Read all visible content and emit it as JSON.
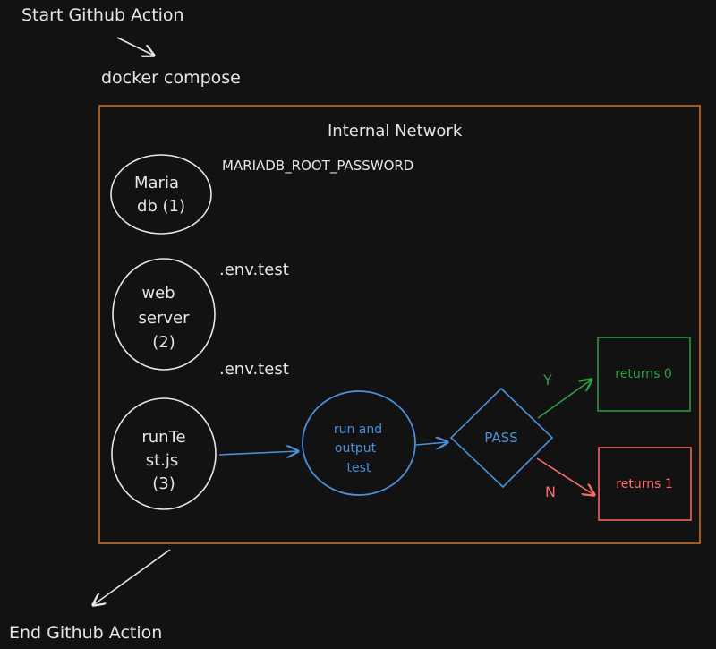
{
  "labels": {
    "start": "Start Github Action",
    "compose": "docker compose",
    "network": "Internal Network",
    "end": "End Github Action"
  },
  "services": {
    "mariadb": {
      "line1": "Maria",
      "line2": "db (1)",
      "env": "MARIADB_ROOT_PASSWORD"
    },
    "webserver": {
      "line1": "web",
      "line2": "server",
      "line3": "(2)",
      "env": ".env.test"
    },
    "runtest": {
      "line1": "runTe",
      "line2": "st.js",
      "line3": "(3)",
      "env": ".env.test"
    }
  },
  "process": {
    "line1": "run and",
    "line2": "output",
    "line3": "test"
  },
  "decision": {
    "label": "PASS",
    "yes": "Y",
    "no": "N"
  },
  "outcomes": {
    "pass": "returns 0",
    "fail": "returns 1"
  },
  "colors": {
    "background": "#121212",
    "ink": "#e6e6e6",
    "network_border": "#d9731f",
    "blue": "#4a90d9",
    "green": "#2f9e44",
    "red": "#ff6b6b"
  }
}
